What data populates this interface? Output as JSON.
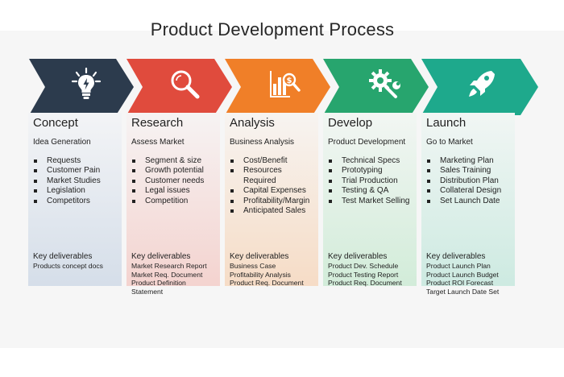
{
  "title": "Product Development Process",
  "colors": {
    "concept": "#2c3b4d",
    "research": "#e04b3d",
    "analysis": "#f07f28",
    "develop": "#27a56e",
    "launch": "#1ea98c"
  },
  "stages": [
    {
      "name": "Concept",
      "icon": "lightbulb-icon",
      "subtitle": "Idea Generation",
      "bullets": [
        "Requests",
        "Customer Pain",
        "Market Studies",
        "Legislation",
        "Competitors"
      ],
      "deliverables_title": "Key deliverables",
      "deliverables": [
        "Products concept docs"
      ]
    },
    {
      "name": "Research",
      "icon": "magnifier-icon",
      "subtitle": "Assess Market",
      "bullets": [
        "Segment & size",
        "Growth potential",
        "Customer needs",
        "Legal issues",
        "Competition"
      ],
      "deliverables_title": "Key deliverables",
      "deliverables": [
        "Market Research Report",
        "Market Req. Document",
        "Product Definition",
        "Statement"
      ]
    },
    {
      "name": "Analysis",
      "icon": "chart-search-icon",
      "subtitle": "Business Analysis",
      "bullets": [
        "Cost/Benefit",
        "Resources",
        "Required",
        "Capital Expenses",
        "Profitability/Margin",
        "Anticipated Sales"
      ],
      "deliverables_title": "Key deliverables",
      "deliverables": [
        "Business Case",
        "Profitability Analysis",
        "Product Req. Document"
      ]
    },
    {
      "name": "Develop",
      "icon": "gear-wrench-icon",
      "subtitle": "Product Development",
      "bullets": [
        "Technical Specs",
        "Prototyping",
        "Trial Production",
        "Testing & QA",
        "Test Market Selling"
      ],
      "deliverables_title": "Key deliverables",
      "deliverables": [
        "Product Dev. Schedule",
        "Product Testing Report",
        "Product Req. Document"
      ]
    },
    {
      "name": "Launch",
      "icon": "rocket-icon",
      "subtitle": "Go to Market",
      "bullets": [
        "Marketing Plan",
        "Sales Training",
        "Distribution Plan",
        "Collateral Design",
        "Set Launch Date"
      ],
      "deliverables_title": "Key deliverables",
      "deliverables": [
        "Product Launch Plan",
        "Product Launch Budget",
        "Product ROI Forecast",
        "Target Launch Date Set"
      ]
    }
  ]
}
